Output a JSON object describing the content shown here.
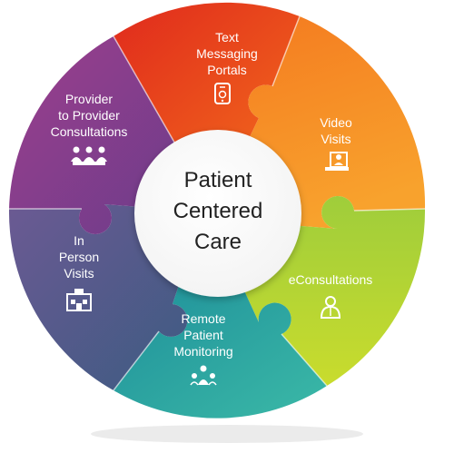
{
  "center": {
    "lines": [
      "Patient",
      "Centered",
      "Care"
    ]
  },
  "segments": [
    {
      "lines": [
        "Text",
        "Messaging",
        "Portals"
      ],
      "icon": "mobile-phone-icon",
      "color": "#e9471d"
    },
    {
      "lines": [
        "Video",
        "Visits"
      ],
      "icon": "video-call-icon",
      "color": "#f58a1f"
    },
    {
      "lines": [
        "eConsultations"
      ],
      "icon": "doctor-icon",
      "color": "#8cc43f"
    },
    {
      "lines": [
        "Remote",
        "Patient",
        "Monitoring"
      ],
      "icon": "people-network-icon",
      "color": "#2aa5a3"
    },
    {
      "lines": [
        "In",
        "Person",
        "Visits"
      ],
      "icon": "clinic-building-icon",
      "color": "#5a4f86"
    },
    {
      "lines": [
        "Provider",
        "to Provider",
        "Consultations"
      ],
      "icon": "group-meeting-icon",
      "color": "#8a3c8e"
    }
  ]
}
